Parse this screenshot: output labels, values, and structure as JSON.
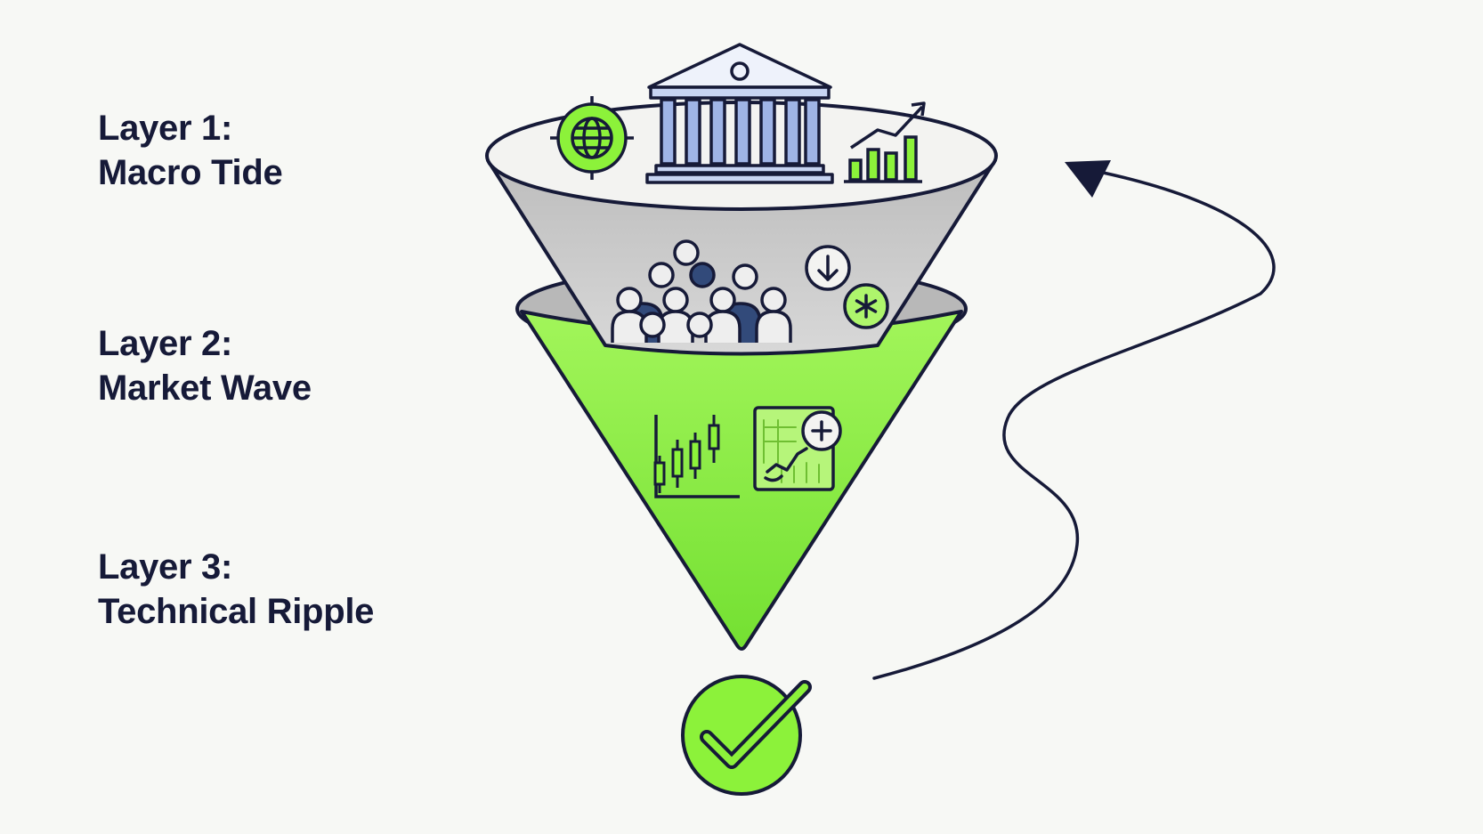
{
  "layers": [
    {
      "number": "Layer 1:",
      "name": "Macro Tide"
    },
    {
      "number": "Layer 2:",
      "name": "Market Wave"
    },
    {
      "number": "Layer 3:",
      "name": "Technical Ripple"
    }
  ],
  "icons": {
    "layer1": [
      "globe-icon",
      "central-bank-icon",
      "rising-bar-chart-icon"
    ],
    "layer2": [
      "crowd-icon",
      "down-arrow-circle-icon",
      "asterisk-circle-icon"
    ],
    "layer3": [
      "candlestick-chart-icon",
      "chart-zoom-icon"
    ],
    "outcome": "check-circle-icon",
    "loop": "feedback-arrow"
  },
  "colors": {
    "outline": "#161a38",
    "accent_green": "#8cf23a",
    "funnel_gray": "#c8c8c8",
    "building_blue": "#9fb4e6",
    "background": "#f7f8f5"
  }
}
